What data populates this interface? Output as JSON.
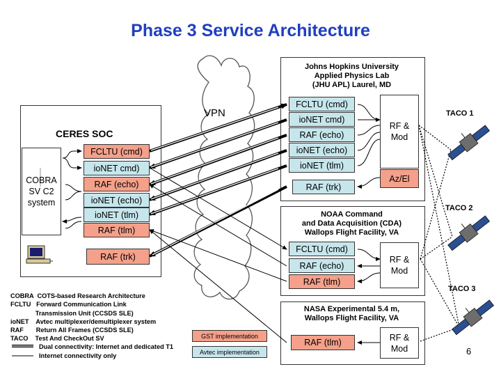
{
  "title": "Phase 3 Service Architecture",
  "vpn_label": "VPN",
  "ceres": {
    "heading": "CERES SOC",
    "cobra_label": "COBRA\nSV C2\nsystem",
    "boxes": [
      "FCLTU (cmd)",
      "ioNET cmd)",
      "RAF (echo)",
      "ioNET (echo)",
      "ioNET (tlm)",
      "RAF (tlm)"
    ],
    "raf_trk": "RAF (trk)"
  },
  "jhu": {
    "header": "Johns Hopkins University\nApplied Physics Lab\n(JHU APL) Laurel, MD",
    "boxes": [
      "FCLTU (cmd)",
      "ioNET cmd)",
      "RAF (echo)",
      "ioNET (echo)",
      "ioNET (tlm)"
    ],
    "raf_trk": "RAF (trk)",
    "rf_mod": "RF &\nMod",
    "az_el": "Az/El"
  },
  "noaa": {
    "header": "NOAA Command\nand Data Acquisition (CDA)\nWallops Flight Facility, VA",
    "boxes": [
      "FCLTU (cmd)",
      "RAF (echo)",
      "RAF (tlm)"
    ],
    "rf_mod": "RF &\nMod"
  },
  "nasa": {
    "header": "NASA Experimental 5.4 m,\nWallops Flight Facility, VA",
    "raf_tlm": "RAF (tlm)",
    "rf_mod": "RF &\nMod"
  },
  "taco": [
    "TACO 1",
    "TACO 2",
    "TACO 3"
  ],
  "legend": {
    "lines": [
      "COBRA  COTS-based Research Architecture",
      "FCLTU   Forward Communication Link",
      "              Transmission Unit (CCSDS SLE)",
      "ioNET    Avtec multiplexer/demultiplexer system",
      "RAF       Return All Frames (CCSDS SLE)",
      "TACO    Test And CheckOut SV"
    ],
    "dual": "Dual connectivity: Internet and dedicated T1",
    "internet": "Internet connectivity only"
  },
  "impl": {
    "gst": "GST implementation",
    "avtec": "Avtec implementation"
  },
  "page_number": "6",
  "colors": {
    "title": "#1f3fbf",
    "teal": "#c6e6ec",
    "salmon": "#f4a08a"
  }
}
